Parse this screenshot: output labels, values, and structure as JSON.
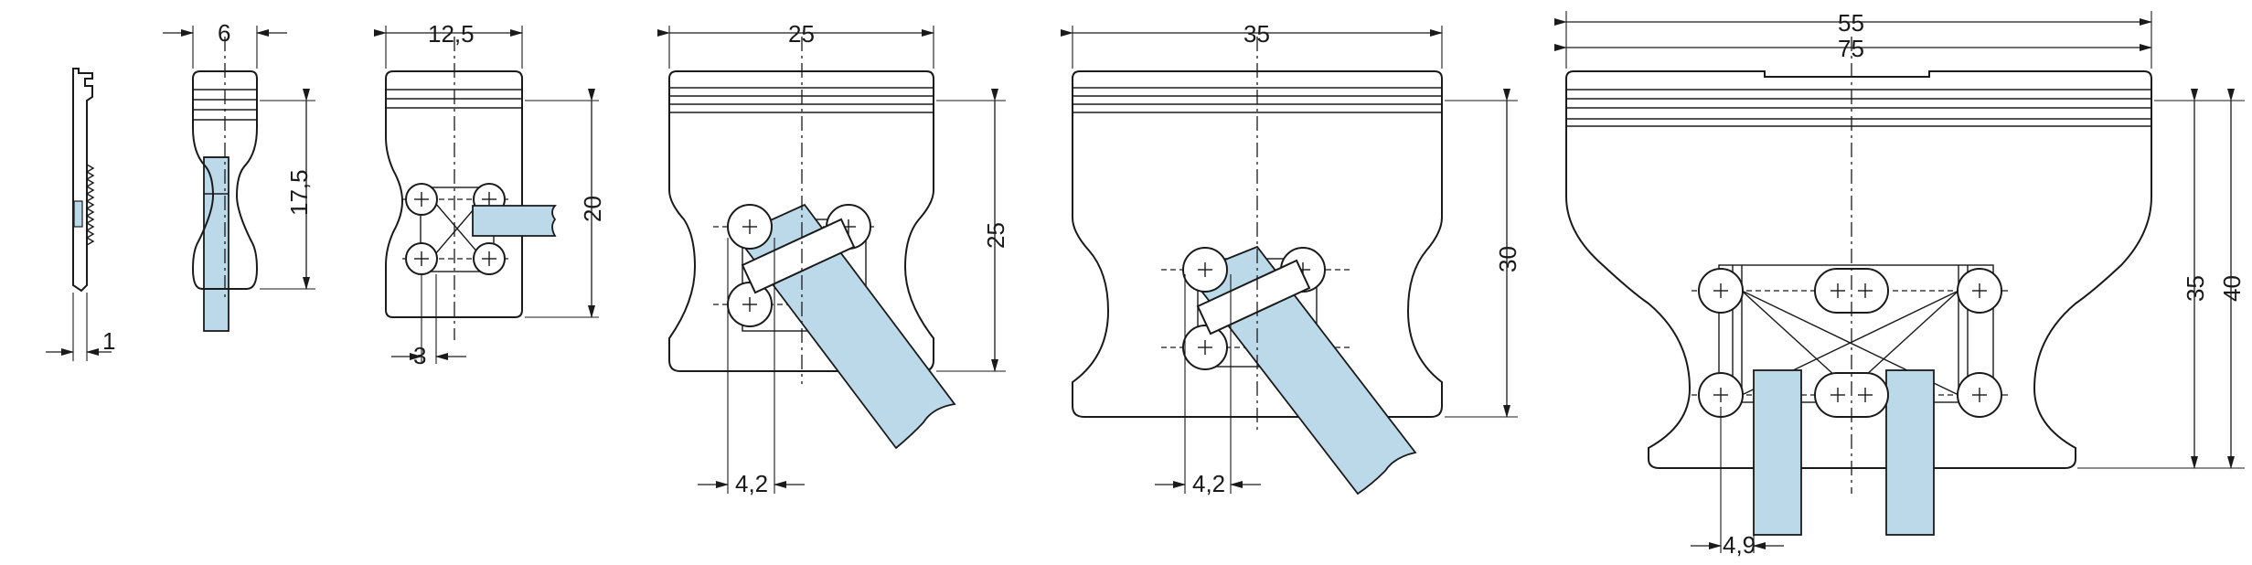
{
  "colors": {
    "line": "#1a1a1a",
    "cable_fill": "#bcd9ea",
    "background": "#ffffff"
  },
  "views": [
    {
      "id": "side",
      "dims": {
        "thickness": "1"
      }
    },
    {
      "id": "tie-6",
      "dims": {
        "width": "6",
        "height": "17,5"
      }
    },
    {
      "id": "tie-12-5",
      "dims": {
        "width": "12,5",
        "height": "20",
        "offset": "3"
      }
    },
    {
      "id": "tie-25",
      "dims": {
        "width": "25",
        "height": "25",
        "offset": "4,2"
      }
    },
    {
      "id": "tie-35",
      "dims": {
        "width": "35",
        "height": "30",
        "offset": "4,2"
      }
    },
    {
      "id": "tie-75",
      "dims": {
        "width_inner": "55",
        "width_outer": "75",
        "height_inner": "35",
        "height_outer": "40",
        "offset": "4,9"
      }
    }
  ]
}
